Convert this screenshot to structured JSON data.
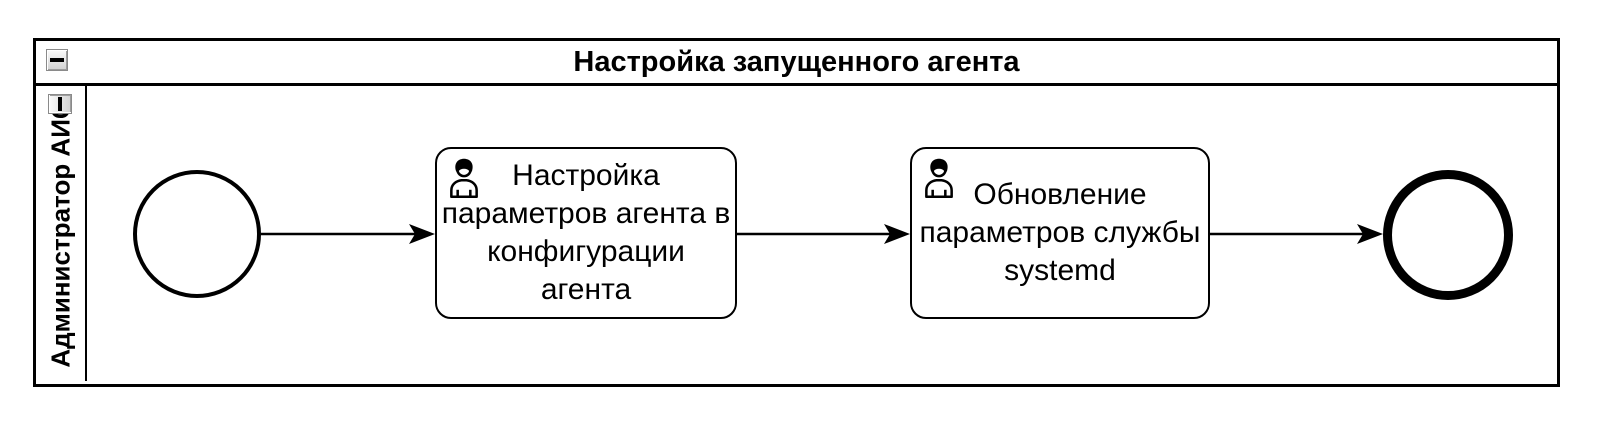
{
  "pool": {
    "title": "Настройка запущенного агента",
    "collapse_icon": "minus-icon",
    "lane": {
      "label": "Администратор АИС",
      "collapse_icon": "minus-icon"
    }
  },
  "tasks": [
    {
      "id": "task-1",
      "type": "user-task",
      "icon": "user-icon",
      "label": "Настройка параметров агента в конфигурации агента"
    },
    {
      "id": "task-2",
      "type": "user-task",
      "icon": "user-icon",
      "label": "Обновление параметров службы systemd"
    }
  ],
  "events": [
    {
      "id": "start-event",
      "type": "start"
    },
    {
      "id": "end-event",
      "type": "end"
    }
  ],
  "flows": [
    {
      "from": "start-event",
      "to": "task-1"
    },
    {
      "from": "task-1",
      "to": "task-2"
    },
    {
      "from": "task-2",
      "to": "end-event"
    }
  ],
  "colors": {
    "stroke": "#000000",
    "fill": "#ffffff",
    "button_face": "#e2e2e2",
    "button_border": "#8a8a8a"
  }
}
